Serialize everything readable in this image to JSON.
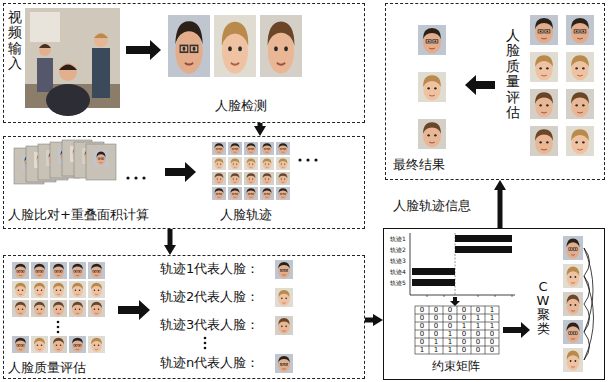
{
  "diagram": {
    "nodes": [
      {
        "text": [
          "视频输入",
          "人脸检测"
        ]
      },
      {
        "text": [
          "人脸质量评估",
          "最终结果"
        ]
      },
      {
        "text": [
          "人脸比对+重叠面积计算",
          "人脸轨迹"
        ]
      },
      {
        "text": [
          "轨迹1代表人脸：",
          "轨迹2代表人脸：",
          "轨迹3代表人脸：",
          "轨迹n代表人脸：",
          "人脸质量评估"
        ]
      },
      {
        "text": [
          "约束矩阵",
          "CW聚类"
        ]
      }
    ],
    "edges": [
      {
        "from": 0,
        "to": 2,
        "arrow": "to"
      },
      {
        "from": 2,
        "to": 3,
        "arrow": "to"
      },
      {
        "from": 3,
        "to": 4,
        "arrow": "to"
      },
      {
        "from": 4,
        "to": 1,
        "label": "人脸轨迹信息",
        "arrow": "to"
      }
    ],
    "labels": [
      "轨迹1",
      "轨迹2",
      "轨迹3",
      "轨迹4",
      "轨迹5",
      "0",
      "0",
      "0",
      "0",
      "0",
      "1",
      "0",
      "0",
      "0",
      "0",
      "1",
      "1",
      "0",
      "0",
      "0",
      "1",
      "1",
      "1",
      "0",
      "0",
      "1",
      "0",
      "0",
      "0",
      "0",
      "1",
      "1",
      "0",
      "0",
      "0",
      "1",
      "1",
      "1",
      "0",
      "0",
      "0"
    ]
  }
}
